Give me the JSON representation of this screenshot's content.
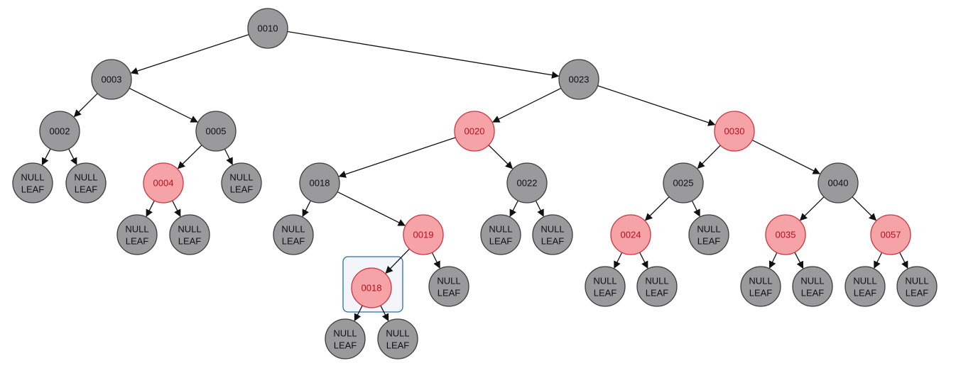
{
  "colors": {
    "black_node_fill": "#9a9a9c",
    "black_node_stroke": "#3c3c3c",
    "red_node_fill": "#f6a3a8",
    "red_node_stroke": "#c9353f",
    "black_text": "#111111",
    "red_text": "#b3121f",
    "edge": "#111111",
    "highlight_border": "#2d6f9f",
    "highlight_fill": "#f2f5f9"
  },
  "tree": {
    "nodes": [
      {
        "id": "n10",
        "label": "0010",
        "color": "black"
      },
      {
        "id": "n3",
        "label": "0003",
        "color": "black"
      },
      {
        "id": "n23",
        "label": "0023",
        "color": "black"
      },
      {
        "id": "n2",
        "label": "0002",
        "color": "black"
      },
      {
        "id": "n5",
        "label": "0005",
        "color": "black"
      },
      {
        "id": "n20",
        "label": "0020",
        "color": "red"
      },
      {
        "id": "n30",
        "label": "0030",
        "color": "red"
      },
      {
        "id": "n4",
        "label": "0004",
        "color": "red"
      },
      {
        "id": "n18a",
        "label": "0018",
        "color": "black"
      },
      {
        "id": "n22",
        "label": "0022",
        "color": "black"
      },
      {
        "id": "n25",
        "label": "0025",
        "color": "black"
      },
      {
        "id": "n40",
        "label": "0040",
        "color": "black"
      },
      {
        "id": "n19",
        "label": "0019",
        "color": "red"
      },
      {
        "id": "n24",
        "label": "0024",
        "color": "red"
      },
      {
        "id": "n35",
        "label": "0035",
        "color": "red"
      },
      {
        "id": "n57",
        "label": "0057",
        "color": "red"
      },
      {
        "id": "n18b",
        "label": "0018",
        "color": "red",
        "highlighted": true
      },
      {
        "id": "l1",
        "label": [
          "NULL",
          "LEAF"
        ],
        "color": "black",
        "leaf": true
      },
      {
        "id": "l2",
        "label": [
          "NULL",
          "LEAF"
        ],
        "color": "black",
        "leaf": true
      },
      {
        "id": "l3",
        "label": [
          "NULL",
          "LEAF"
        ],
        "color": "black",
        "leaf": true
      },
      {
        "id": "l4",
        "label": [
          "NULL",
          "LEAF"
        ],
        "color": "black",
        "leaf": true
      },
      {
        "id": "l5",
        "label": [
          "NULL",
          "LEAF"
        ],
        "color": "black",
        "leaf": true
      },
      {
        "id": "l6",
        "label": [
          "NULL",
          "LEAF"
        ],
        "color": "black",
        "leaf": true
      },
      {
        "id": "l7",
        "label": [
          "NULL",
          "LEAF"
        ],
        "color": "black",
        "leaf": true
      },
      {
        "id": "l8",
        "label": [
          "NULL",
          "LEAF"
        ],
        "color": "black",
        "leaf": true
      },
      {
        "id": "l9",
        "label": [
          "NULL",
          "LEAF"
        ],
        "color": "black",
        "leaf": true
      },
      {
        "id": "l10",
        "label": [
          "NULL",
          "LEAF"
        ],
        "color": "black",
        "leaf": true
      },
      {
        "id": "l11",
        "label": [
          "NULL",
          "LEAF"
        ],
        "color": "black",
        "leaf": true
      },
      {
        "id": "l12",
        "label": [
          "NULL",
          "LEAF"
        ],
        "color": "black",
        "leaf": true
      },
      {
        "id": "l13",
        "label": [
          "NULL",
          "LEAF"
        ],
        "color": "black",
        "leaf": true
      },
      {
        "id": "l14",
        "label": [
          "NULL",
          "LEAF"
        ],
        "color": "black",
        "leaf": true
      },
      {
        "id": "l15",
        "label": [
          "NULL",
          "LEAF"
        ],
        "color": "black",
        "leaf": true
      },
      {
        "id": "l16",
        "label": [
          "NULL",
          "LEAF"
        ],
        "color": "black",
        "leaf": true
      },
      {
        "id": "l17",
        "label": [
          "NULL",
          "LEAF"
        ],
        "color": "black",
        "leaf": true
      },
      {
        "id": "l18",
        "label": [
          "NULL",
          "LEAF"
        ],
        "color": "black",
        "leaf": true
      }
    ],
    "edges": [
      [
        "n10",
        "n3"
      ],
      [
        "n10",
        "n23"
      ],
      [
        "n3",
        "n2"
      ],
      [
        "n3",
        "n5"
      ],
      [
        "n2",
        "l1"
      ],
      [
        "n2",
        "l2"
      ],
      [
        "n5",
        "n4"
      ],
      [
        "n5",
        "l3"
      ],
      [
        "n4",
        "l4"
      ],
      [
        "n4",
        "l5"
      ],
      [
        "n23",
        "n20"
      ],
      [
        "n23",
        "n30"
      ],
      [
        "n20",
        "n18a"
      ],
      [
        "n20",
        "n22"
      ],
      [
        "n18a",
        "l6"
      ],
      [
        "n18a",
        "n19"
      ],
      [
        "n19",
        "n18b"
      ],
      [
        "n19",
        "l7"
      ],
      [
        "n18b",
        "l8"
      ],
      [
        "n18b",
        "l9"
      ],
      [
        "n22",
        "l10"
      ],
      [
        "n22",
        "l11"
      ],
      [
        "n30",
        "n25"
      ],
      [
        "n30",
        "n40"
      ],
      [
        "n25",
        "n24"
      ],
      [
        "n25",
        "l12"
      ],
      [
        "n24",
        "l13"
      ],
      [
        "n24",
        "l14"
      ],
      [
        "n40",
        "n35"
      ],
      [
        "n40",
        "n57"
      ],
      [
        "n35",
        "l15"
      ],
      [
        "n35",
        "l16"
      ],
      [
        "n57",
        "l17"
      ],
      [
        "n57",
        "l18"
      ]
    ]
  }
}
